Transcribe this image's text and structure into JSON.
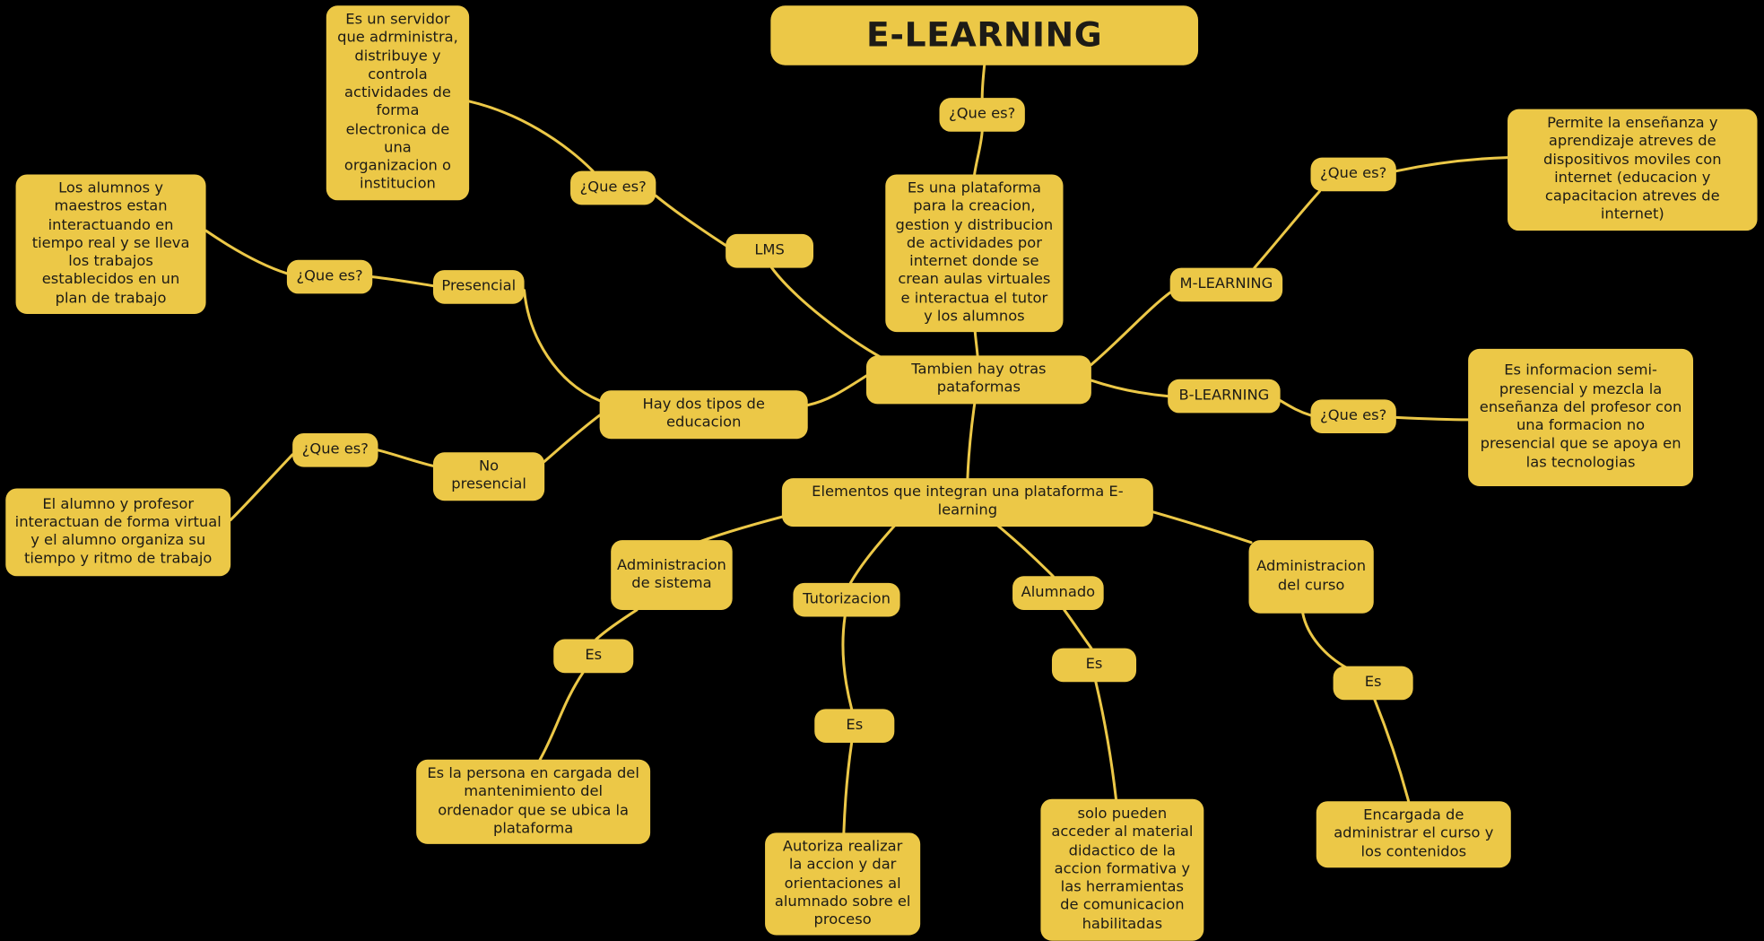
{
  "colors": {
    "background": "#000000",
    "node_fill": "#ECC847",
    "node_text": "#1D1B16",
    "connector": "#ECC847"
  },
  "title": "E-LEARNING",
  "nodes": {
    "q_root": "¿Que es?",
    "definition": "Es una plataforma para la creacion, gestion y distribucion de actividades por internet donde se crean aulas virtuales e interactua el tutor y los alumnos",
    "other_platforms": "Tambien hay otras pataformas",
    "lms": "LMS",
    "q_lms": "¿Que es?",
    "lms_def": "Es un servidor que adrministra, distribuye y controla actividades de forma electronica de una organizacion o institucion",
    "education_types": "Hay dos tipos de educacion",
    "presencial": "Presencial",
    "q_presencial": "¿Que es?",
    "presencial_def": "Los alumnos y maestros estan interactuando en tiempo real y se lleva los trabajos establecidos en un plan de trabajo",
    "no_presencial": "No presencial",
    "q_no_presencial": "¿Que es?",
    "no_presencial_def": "El alumno y profesor interactuan de forma virtual y el alumno organiza su tiempo y ritmo de trabajo",
    "m_learning": "M-LEARNING",
    "q_m_learning": "¿Que es?",
    "m_learning_def": "Permite la enseñanza y aprendizaje atreves de dispositivos moviles con internet (educacion y capacitacion atreves de internet)",
    "b_learning": "B-LEARNING",
    "q_b_learning": "¿Que es?",
    "b_learning_def": "Es informacion semi-presencial y mezcla la enseñanza del profesor con una formacion no presencial que se apoya en las tecnologias",
    "elements": "Elementos que integran una plataforma E-learning",
    "admin_sistema": "Administracion de sistema",
    "es_admin_sistema": "Es",
    "admin_sistema_def": "Es la persona en cargada del mantenimiento del ordenador que se ubica la plataforma",
    "tutorizacion": "Tutorizacion",
    "es_tutorizacion": "Es",
    "tutorizacion_def": "Autoriza realizar la accion y dar orientaciones al alumnado sobre el proceso",
    "alumnado": "Alumnado",
    "es_alumnado": "Es",
    "alumnado_def": "solo pueden acceder al material didactico de la accion formativa y las herramientas de comunicacion habilitadas",
    "admin_curso": "Administracion del curso",
    "es_admin_curso": "Es",
    "admin_curso_def": "Encargada de administrar el curso y los contenidos"
  }
}
